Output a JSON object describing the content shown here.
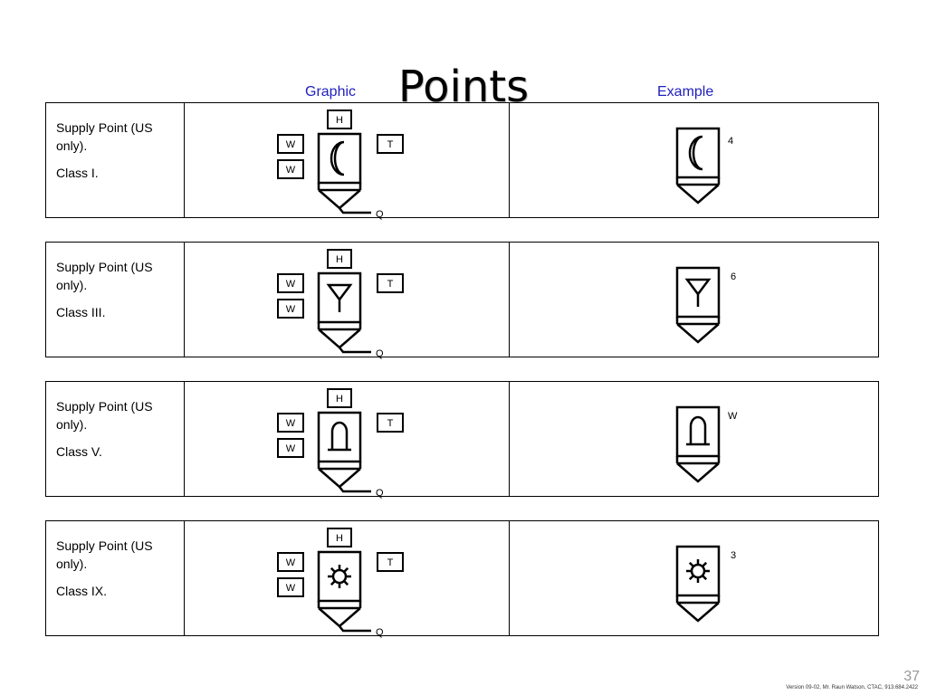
{
  "title": "Points",
  "headers": {
    "graphic": "Graphic",
    "example": "Example"
  },
  "modifiers": {
    "h": "H",
    "w1": "W",
    "w2": "W",
    "t": "T",
    "q": "Q"
  },
  "rows": [
    {
      "label": "Supply Point (US only).",
      "class_label": "Class I.",
      "icon": "moon-icon",
      "example_value": "4"
    },
    {
      "label": "Supply Point (US only).",
      "class_label": "Class III.",
      "icon": "fuel-funnel-icon",
      "example_value": "6"
    },
    {
      "label": "Supply Point (US only).",
      "class_label": "Class V.",
      "icon": "ammunition-icon",
      "example_value": "W"
    },
    {
      "label": "Supply Point (US only).",
      "class_label": "Class IX.",
      "icon": "gear-icon",
      "example_value": "3"
    }
  ],
  "footer": {
    "page_number": "37",
    "version": "Version 09-02, Mr. Raun Watson, CTAC, 913.684.2422"
  }
}
